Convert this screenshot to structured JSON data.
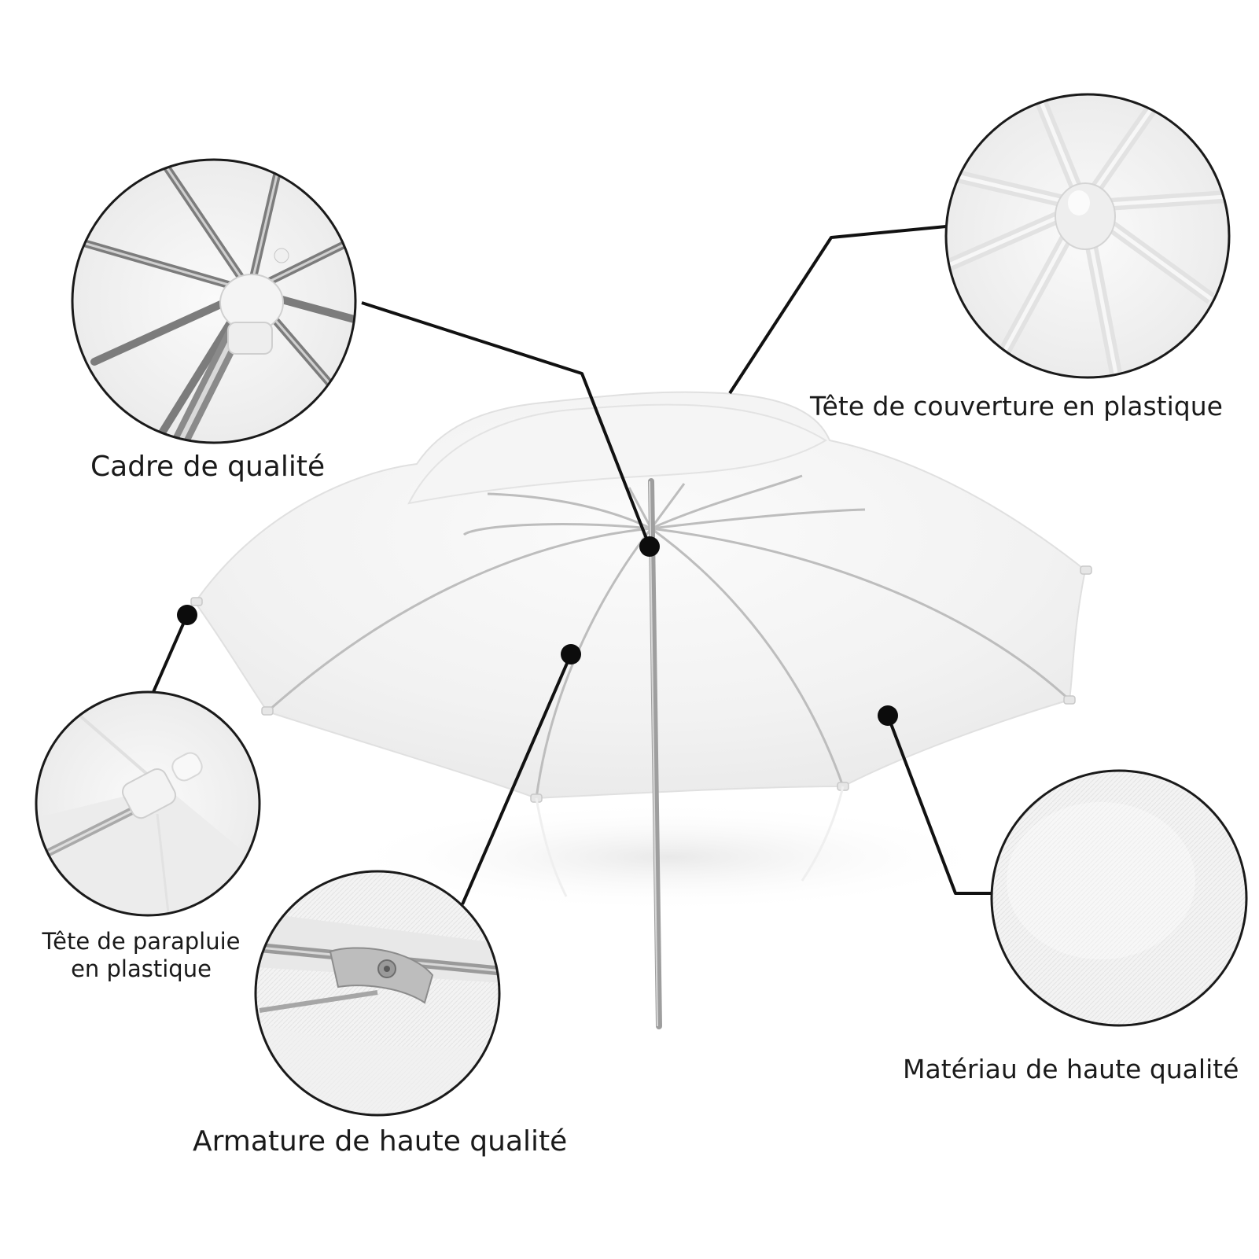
{
  "callouts": {
    "cadre": {
      "label": "Cadre de qualité"
    },
    "tete_couverture": {
      "label": "Tête de couverture en plastique"
    },
    "tete_parapluie": {
      "line1": "Tête de parapluie",
      "line2": "en plastique"
    },
    "armature": {
      "label": "Armature de haute qualité"
    },
    "materiau": {
      "label": "Matériau de haute qualité"
    }
  },
  "colors": {
    "background": "#ffffff",
    "canopy": "#f2f2f2",
    "rib": "#b9b9b9",
    "shaft": "#a6a6a6",
    "leader_line": "#111111",
    "text": "#1a1a1a"
  }
}
